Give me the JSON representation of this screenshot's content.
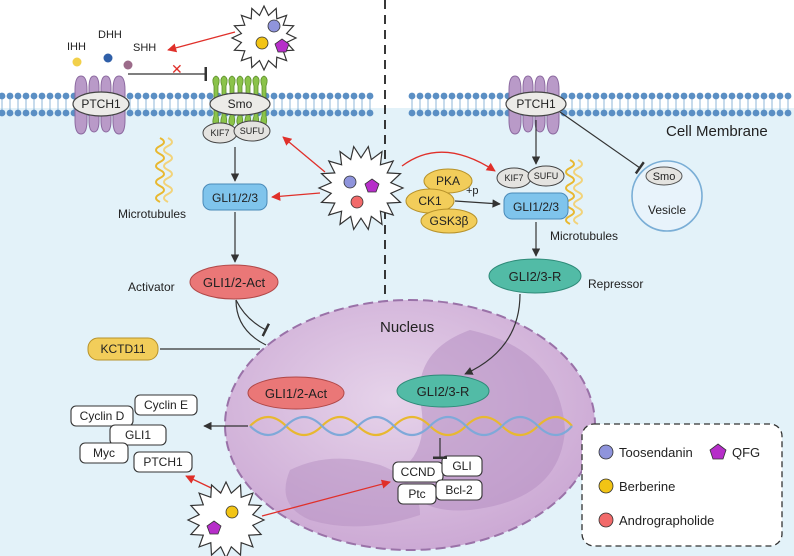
{
  "ligands": {
    "ihh": "IHH",
    "dhh": "DHH",
    "shh": "SHH"
  },
  "receptors": {
    "ptch1_left": "PTCH1",
    "ptch1_right": "PTCH1",
    "smo_left": "Smo",
    "smo_vesicle": "Smo"
  },
  "complex_left": {
    "kif7": "KIF7",
    "sufu": "SUFU"
  },
  "complex_right": {
    "kif7": "KIF7",
    "sufu": "SUFU"
  },
  "labels": {
    "cell_membrane": "Cell Membrane",
    "microtubules_left": "Microtubules",
    "microtubules_right": "Microtubules",
    "vesicle": "Vesicle",
    "activator": "Activator",
    "repressor": "Repressor",
    "nucleus": "Nucleus",
    "phospho": "+p"
  },
  "gli": {
    "gli123_left": "GLI1/2/3",
    "gli12_act": "GLI1/2-Act",
    "gli123_right": "GLI1/2/3",
    "gli23_r": "GLI2/3-R",
    "nuc_gli12_act": "GLI1/2-Act",
    "nuc_gli23_r": "GLI2/3-R"
  },
  "kinases": {
    "pka": "PKA",
    "ck1": "CK1",
    "gsk3b": "GSK3β"
  },
  "kctd11": "KCTD11",
  "targets_left": {
    "cyclin_d": "Cyclin D",
    "cyclin_e": "Cyclin E",
    "gli1": "GLI1",
    "myc": "Myc",
    "ptch1": "PTCH1"
  },
  "targets_right": {
    "ccnd": "CCND",
    "gli": "GLI",
    "ptc": "Ptc",
    "bcl2": "Bcl-2"
  },
  "legend": {
    "toosendanin": "Toosendanin",
    "qfg": "QFG",
    "berberine": "Berberine",
    "andrographolide": "Andrographolide"
  },
  "colors": {
    "toosendanin": "#8f94dc",
    "qfg": "#b62ec9",
    "berberine": "#f2c415",
    "andrographolide": "#f26a6a",
    "gli_blue": "#7fc4ec",
    "act_red": "#ea7777",
    "rep_teal": "#52bba6",
    "kinase_yellow": "#f2cd5a",
    "nucleus": "#c9a7d2",
    "cytoplasm": "#e3f2f9",
    "inhibit_red": "#e0302a"
  }
}
